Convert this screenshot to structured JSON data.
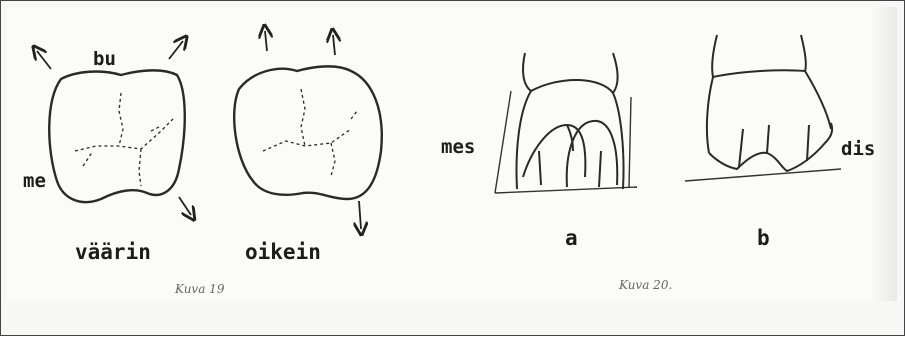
{
  "figure19": {
    "label_top": "bu",
    "label_left": "me",
    "label_wrong": "väärin",
    "label_right": "oikein",
    "caption": "Kuva 19"
  },
  "figure20": {
    "label_mes": "mes",
    "label_dis": "dis",
    "label_a": "a",
    "label_b": "b",
    "caption": "Kuva 20."
  }
}
